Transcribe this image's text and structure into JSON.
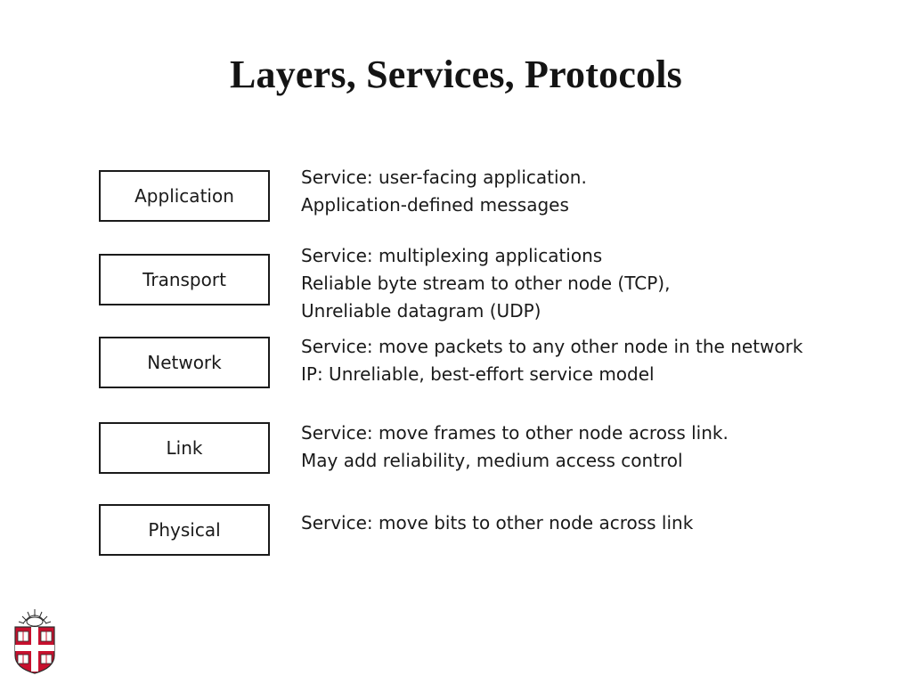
{
  "slide": {
    "title": "Layers, Services, Protocols"
  },
  "layers": [
    {
      "name": "Application",
      "description": [
        "Service: user-facing application.",
        "Application-defined messages"
      ]
    },
    {
      "name": "Transport",
      "description": [
        "Service: multiplexing applications",
        "Reliable byte stream to other node (TCP),",
        "Unreliable datagram (UDP)"
      ]
    },
    {
      "name": "Network",
      "description": [
        "Service: move packets to any other node in the network",
        "IP: Unreliable, best-effort service model"
      ]
    },
    {
      "name": "Link",
      "description": [
        "Service: move frames to other node across link.",
        "May add reliability, medium access control"
      ]
    },
    {
      "name": "Physical",
      "description": [
        "Service: move bits to other node across link"
      ]
    }
  ],
  "logo": {
    "icon": "university-shield-icon",
    "colors": {
      "shield_red": "#c8102e",
      "book": "#ffffff",
      "outline": "#2b2b2b"
    }
  }
}
